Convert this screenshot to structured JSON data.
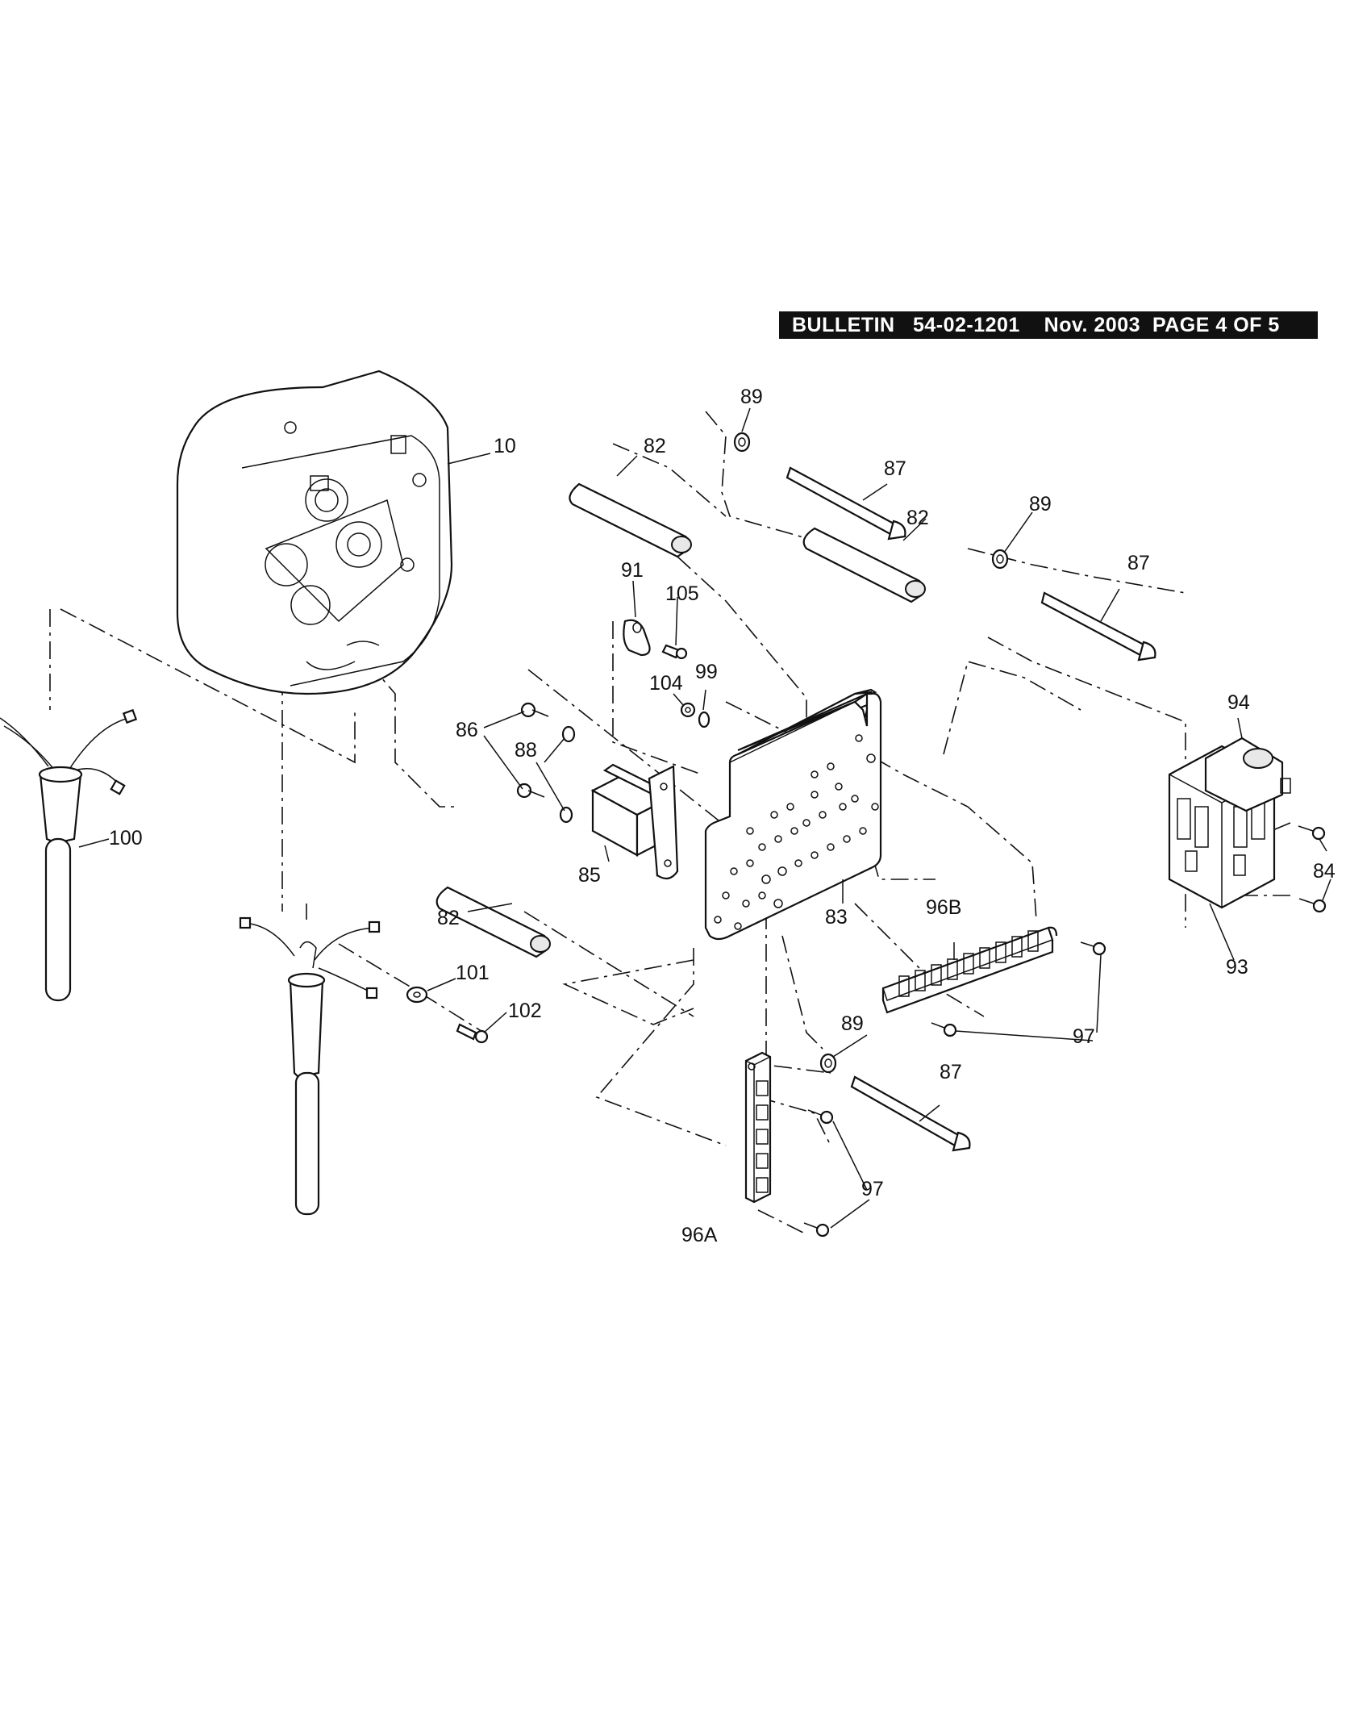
{
  "header": {
    "bulletin_label": "BULLETIN",
    "bulletin_number": "54-02-1201",
    "date": "Nov. 2003",
    "page": "PAGE 4 OF 5"
  },
  "callouts": {
    "c10": "10",
    "c82a": "82",
    "c82b": "82",
    "c82c": "82",
    "c83": "83",
    "c84": "84",
    "c85": "85",
    "c86": "86",
    "c87a": "87",
    "c87b": "87",
    "c87c": "87",
    "c88": "88",
    "c89a": "89",
    "c89b": "89",
    "c89c": "89",
    "c91": "91",
    "c93": "93",
    "c94": "94",
    "c96a": "96A",
    "c96b": "96B",
    "c97a": "97",
    "c97b": "97",
    "c99": "99",
    "c100": "100",
    "c101": "101",
    "c102": "102",
    "c104": "104",
    "c105": "105"
  }
}
